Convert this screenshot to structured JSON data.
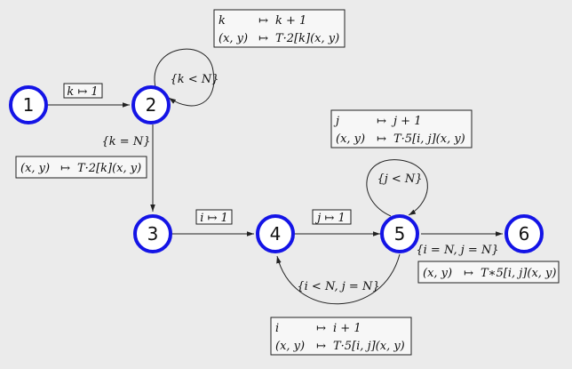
{
  "colors": {
    "node_ring": "#1414e6",
    "background": "#ebebeb",
    "box_fill": "#f7f7f7"
  },
  "nodes": [
    "1",
    "2",
    "3",
    "4",
    "5",
    "6"
  ],
  "edges": {
    "e12": "k ↦ 1",
    "e34": "i ↦ 1",
    "e45": "j ↦ 1"
  },
  "guards": {
    "loop2": "{k < N}",
    "e23": "{k = N}",
    "loop5": "{j < N}",
    "e54": "{i < N, j = N}",
    "e56": "{i = N, j = N}"
  },
  "boxes": {
    "loop2": [
      {
        "lhs": "k",
        "rhs": "k + 1"
      },
      {
        "lhs": "(x, y)",
        "rhs": "T·2[k](x, y)"
      }
    ],
    "e23": [
      {
        "lhs": "(x, y)",
        "rhs": "T·2[k](x, y)"
      }
    ],
    "loop5": [
      {
        "lhs": "j",
        "rhs": "j + 1"
      },
      {
        "lhs": "(x, y)",
        "rhs": "T·5[i, j](x, y)"
      }
    ],
    "e54": [
      {
        "lhs": "i",
        "rhs": "i + 1"
      },
      {
        "lhs": "(x, y)",
        "rhs": "T·5[i, j](x, y)"
      }
    ],
    "e56": [
      {
        "lhs": "(x, y)",
        "rhs": "T∗5[i, j](x, y)"
      }
    ]
  },
  "mapsto": "↦"
}
